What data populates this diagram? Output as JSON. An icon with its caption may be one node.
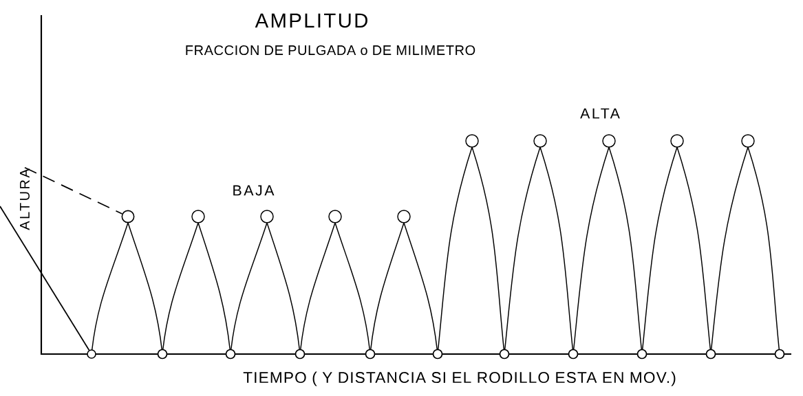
{
  "diagram": {
    "nodes": [
      {
        "text": [
          "ALTURA"
        ]
      },
      {
        "text": [],
        "shape": "circle"
      },
      {
        "text": [],
        "shape": "circle"
      }
    ],
    "edges": [
      {
        "from": 0,
        "to": 1,
        "arrow": "none",
        "style": "dashed"
      },
      {
        "from": null,
        "to": 2,
        "arrow": "none"
      }
    ],
    "labels": [
      "AMPLITUD",
      "FRACCION DE PULGADA o DE MILIMETRO",
      "ALTA",
      "BAJA",
      "TIEMPO ( Y DISTANCIA SI EL RODILLO ESTA EN MOV.)"
    ]
  }
}
